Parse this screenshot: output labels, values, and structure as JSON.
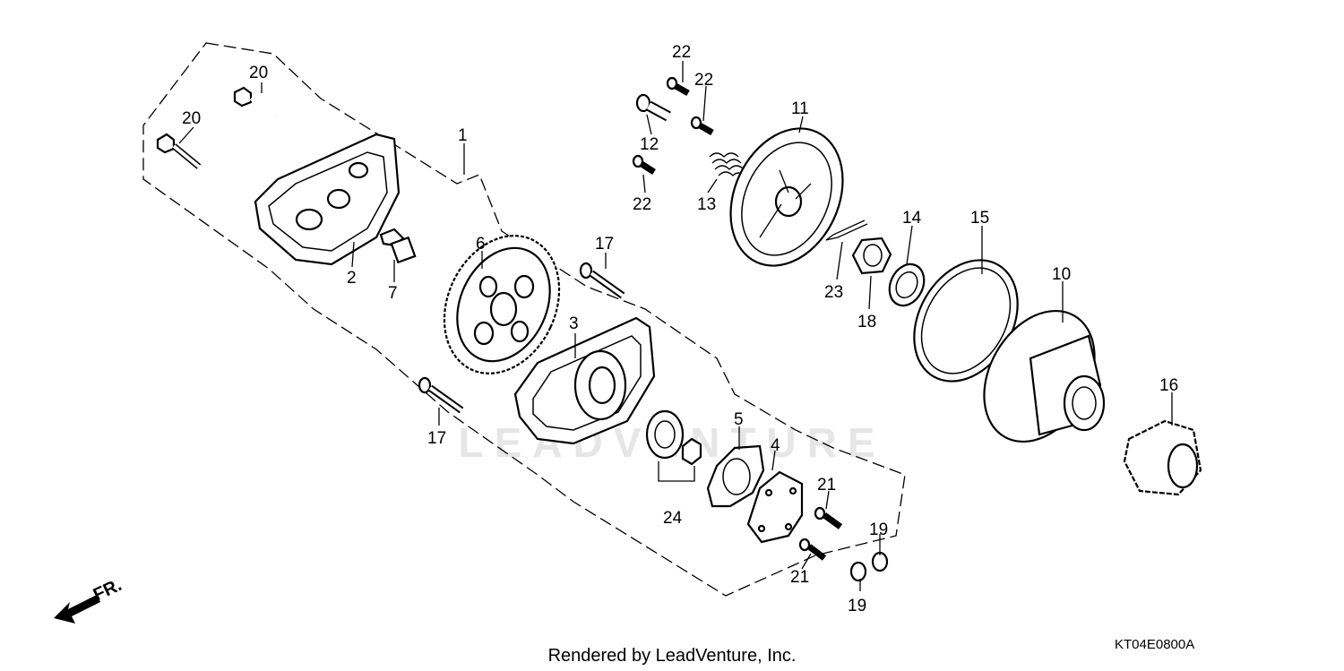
{
  "labels": [
    {
      "key": "p20a",
      "text": "20"
    },
    {
      "key": "p20b",
      "text": "20"
    },
    {
      "key": "p1",
      "text": "1"
    },
    {
      "key": "p2",
      "text": "2"
    },
    {
      "key": "p7",
      "text": "7"
    },
    {
      "key": "p6",
      "text": "6"
    },
    {
      "key": "p17a",
      "text": "17"
    },
    {
      "key": "p3",
      "text": "3"
    },
    {
      "key": "p17b",
      "text": "17"
    },
    {
      "key": "p22a",
      "text": "22"
    },
    {
      "key": "p22b",
      "text": "22"
    },
    {
      "key": "p12",
      "text": "12"
    },
    {
      "key": "p22c",
      "text": "22"
    },
    {
      "key": "p13",
      "text": "13"
    },
    {
      "key": "p11",
      "text": "11"
    },
    {
      "key": "p14",
      "text": "14"
    },
    {
      "key": "p15",
      "text": "15"
    },
    {
      "key": "p23",
      "text": "23"
    },
    {
      "key": "p18",
      "text": "18"
    },
    {
      "key": "p10",
      "text": "10"
    },
    {
      "key": "p16",
      "text": "16"
    },
    {
      "key": "p5",
      "text": "5"
    },
    {
      "key": "p4",
      "text": "4"
    },
    {
      "key": "p24",
      "text": "24"
    },
    {
      "key": "p21a",
      "text": "21"
    },
    {
      "key": "p21b",
      "text": "21"
    },
    {
      "key": "p19a",
      "text": "19"
    },
    {
      "key": "p19b",
      "text": "19"
    }
  ],
  "front_arrow": "FR.",
  "footer": "Rendered by LeadVenture, Inc.",
  "diagram_code": "KT04E0800A",
  "watermark": "LEADVENTURE"
}
